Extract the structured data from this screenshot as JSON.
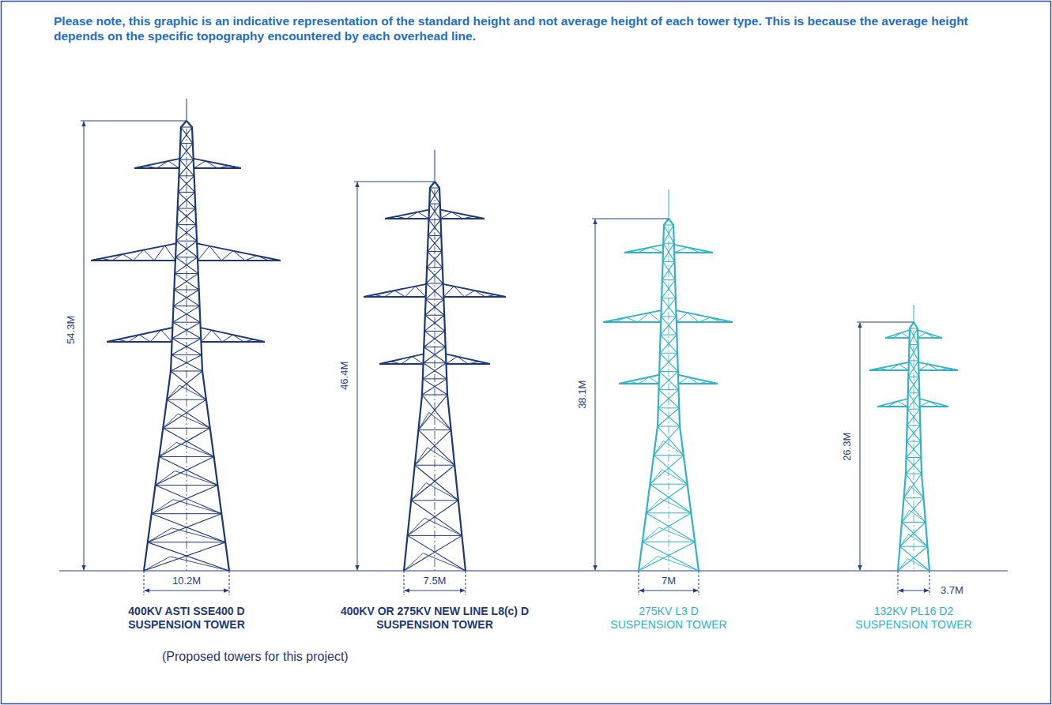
{
  "diagram": {
    "labels": [
      "Please note, this graphic is an indicative representation of the standard height and not average height of each tower type. This is because the average height depends on the specific topography encountered by each overhead line.",
      "54.3M",
      "10.2M",
      "400KV ASTI SSE400 D SUSPENSION TOWER",
      "46.4M",
      "7.5M",
      "400KV OR 275KV NEW LINE L8(c) D SUSPENSION TOWER",
      "38.1M",
      "7M",
      "275KV L3 D SUSPENSION TOWER",
      "26.3M",
      "3.7M",
      "132KV PL16 D2 SUSPENSION TOWER",
      "(Proposed towers for this project)"
    ]
  }
}
